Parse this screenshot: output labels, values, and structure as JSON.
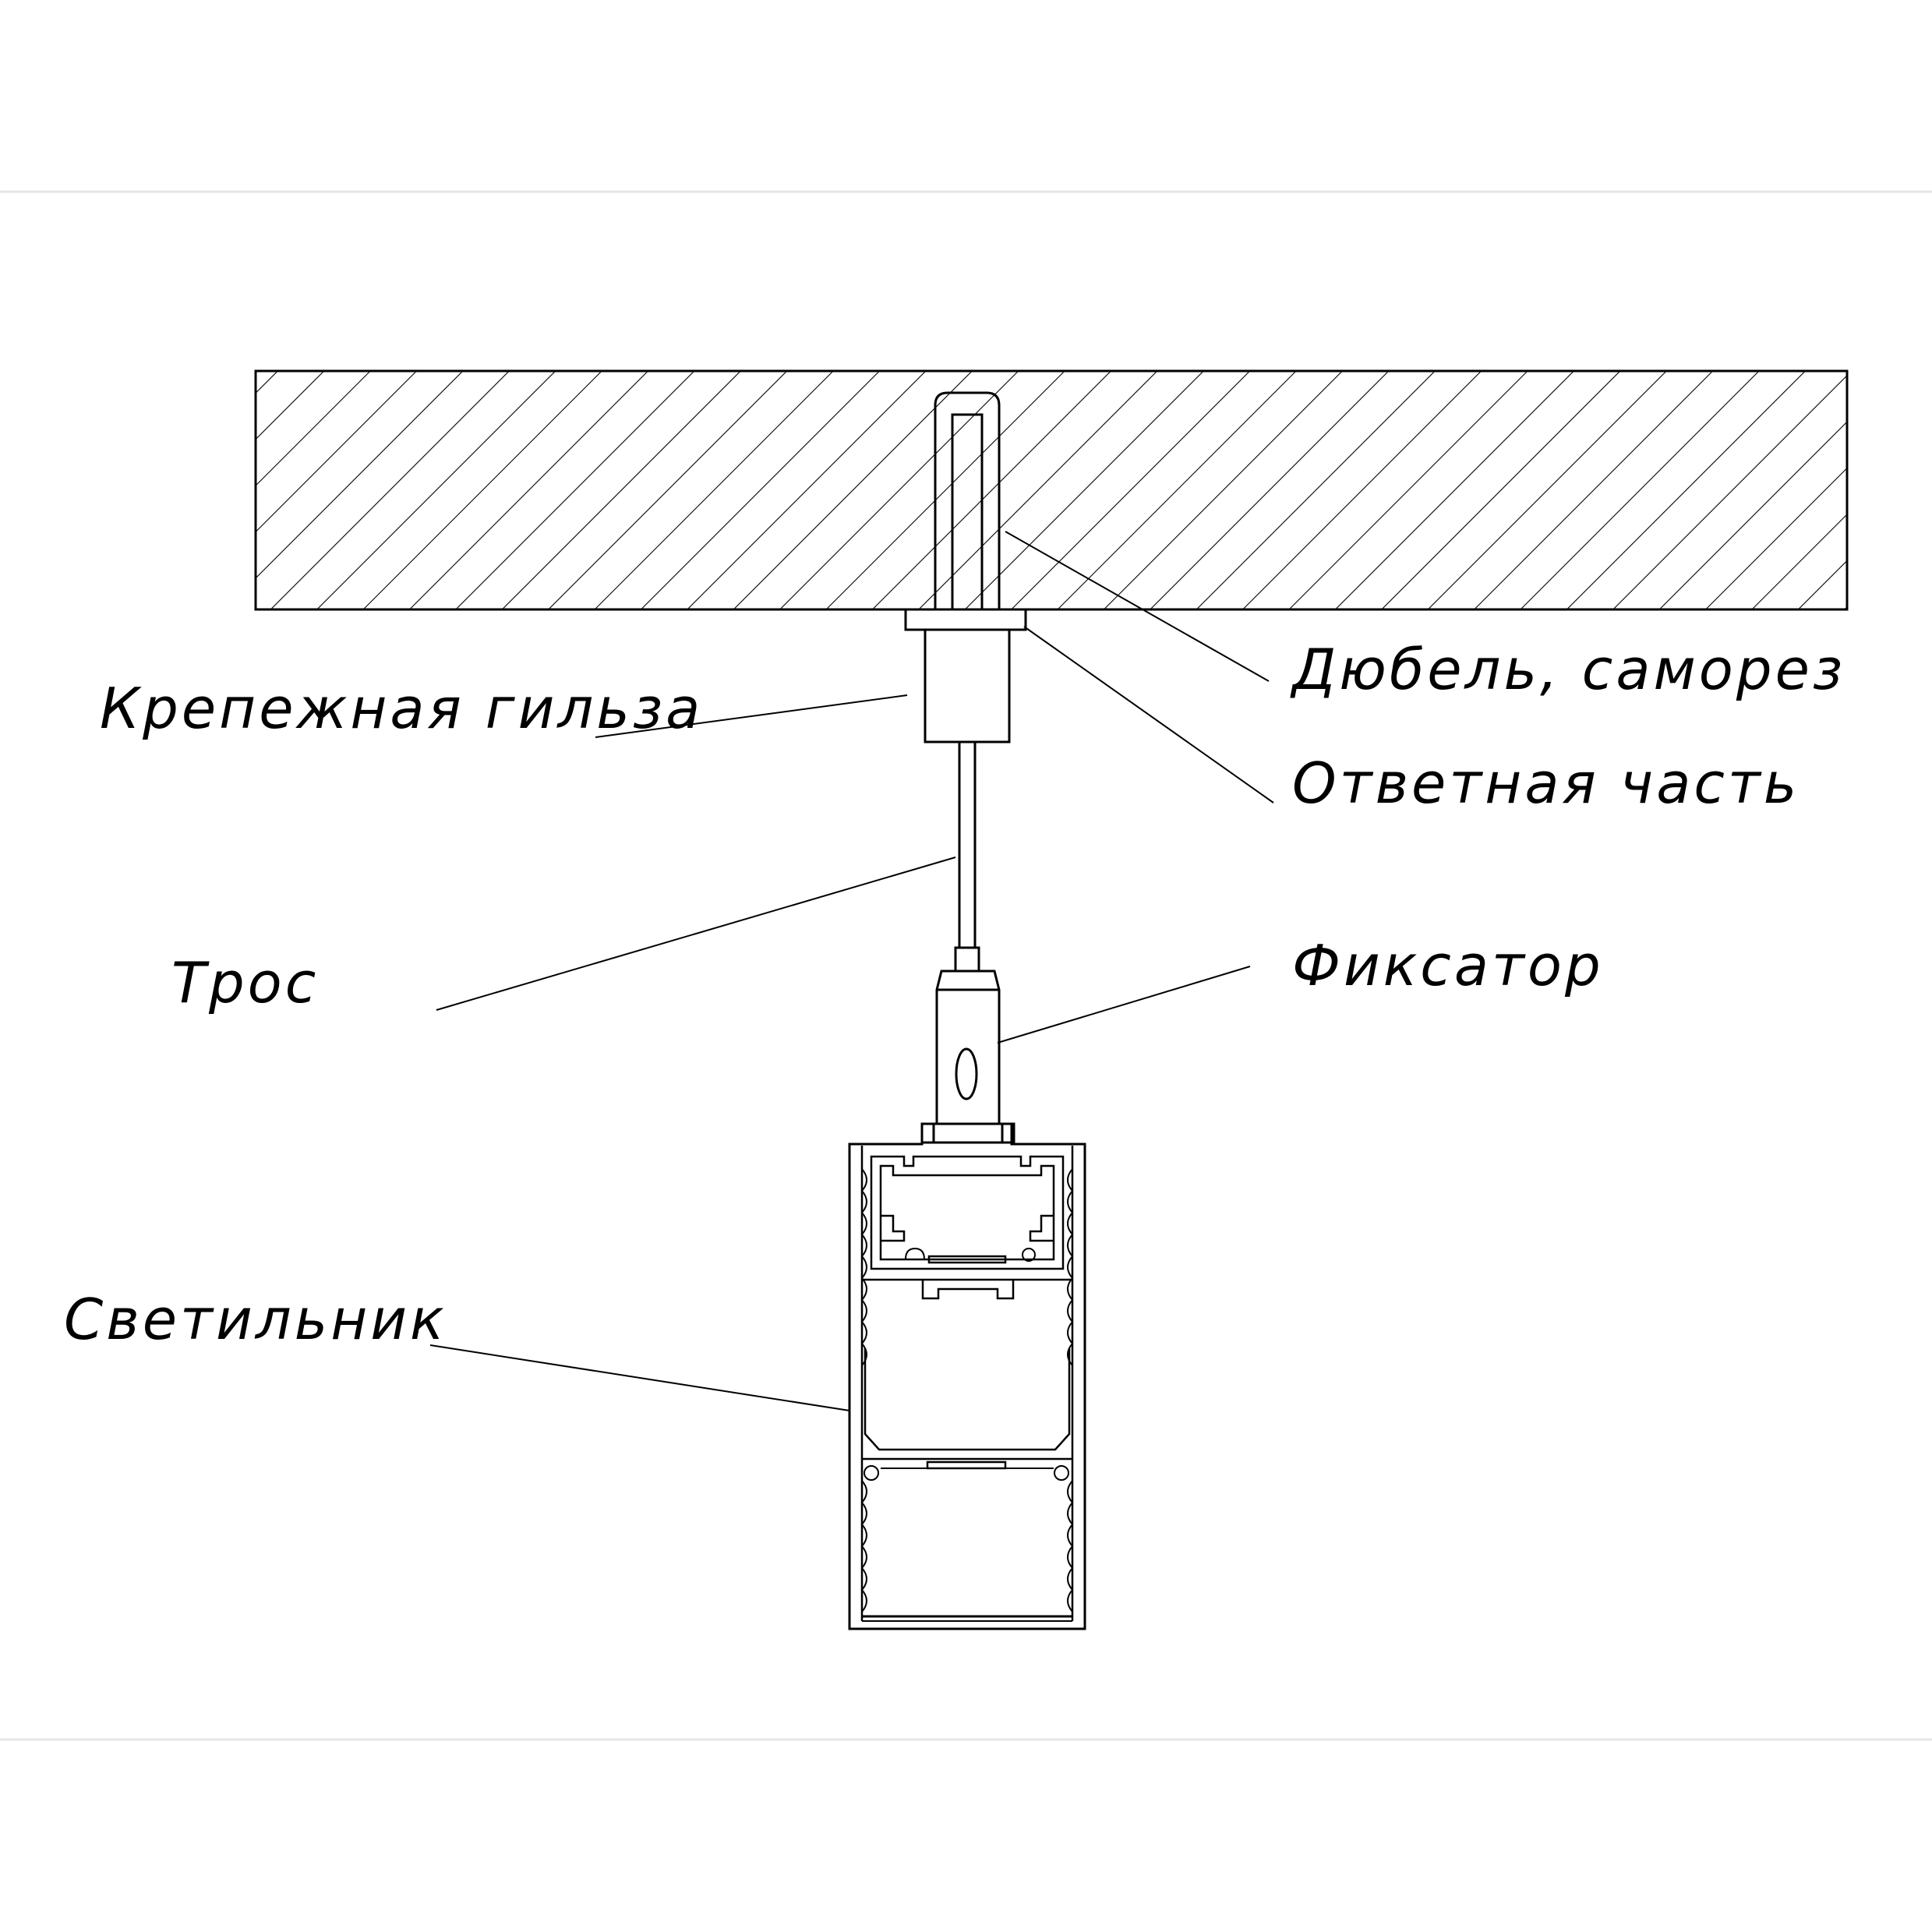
{
  "labels": {
    "dowel": "Дюбель, саморез",
    "counterpart": "Ответная часть",
    "sleeve": "Крепежная гильза",
    "cable": "Трос",
    "fixator": "Фиксатор",
    "luminaire": "Светильник"
  },
  "colors": {
    "line": "#000000",
    "frame": "#e6e6e6",
    "background": "#ffffff"
  }
}
